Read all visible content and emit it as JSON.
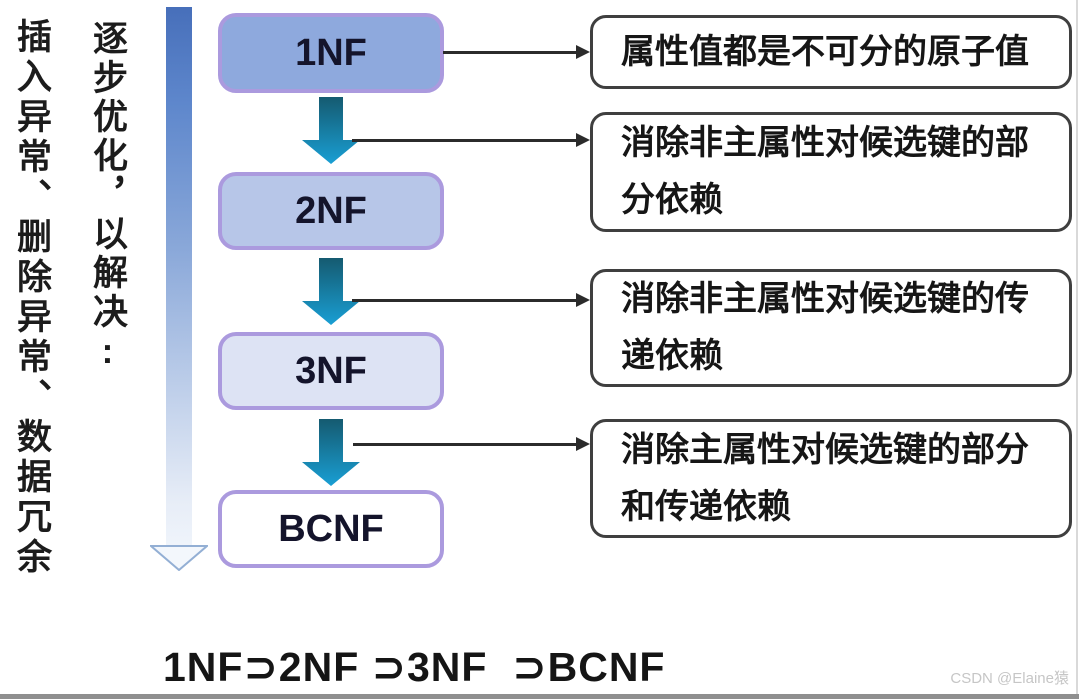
{
  "left_annotations": {
    "problems": "插入异常、删除异常、数据冗余",
    "process": "逐步优化，以解决:"
  },
  "flow": {
    "nodes": [
      {
        "label": "1NF",
        "fill": "#8ea9dd",
        "description": "属性值都是不可分的原子值"
      },
      {
        "label": "2NF",
        "fill": "#b7c6e8",
        "description": "消除非主属性对候选键的部分依赖"
      },
      {
        "label": "3NF",
        "fill": "#dde3f4",
        "description": "消除非主属性对候选键的传递依赖"
      },
      {
        "label": "BCNF",
        "fill": "#ffffff",
        "description": "消除主属性对候选键的部分和传递依赖"
      }
    ]
  },
  "formula": "1NF⊃2NF ⊃3NF  ⊃BCNF",
  "watermark": "CSDN @Elaine猿",
  "colors": {
    "node_border": "#ab9ade",
    "desc_border": "#3f3f3f",
    "step_arrow_top": "#155a70",
    "step_arrow_bottom": "#199fd4",
    "big_arrow_top": "#476fba",
    "big_arrow_bottom": "#eff4fb",
    "big_arrow_head_fill": "#f3f7fc",
    "big_arrow_head_stroke": "#93afd4",
    "connector": "#2b2b2b"
  }
}
